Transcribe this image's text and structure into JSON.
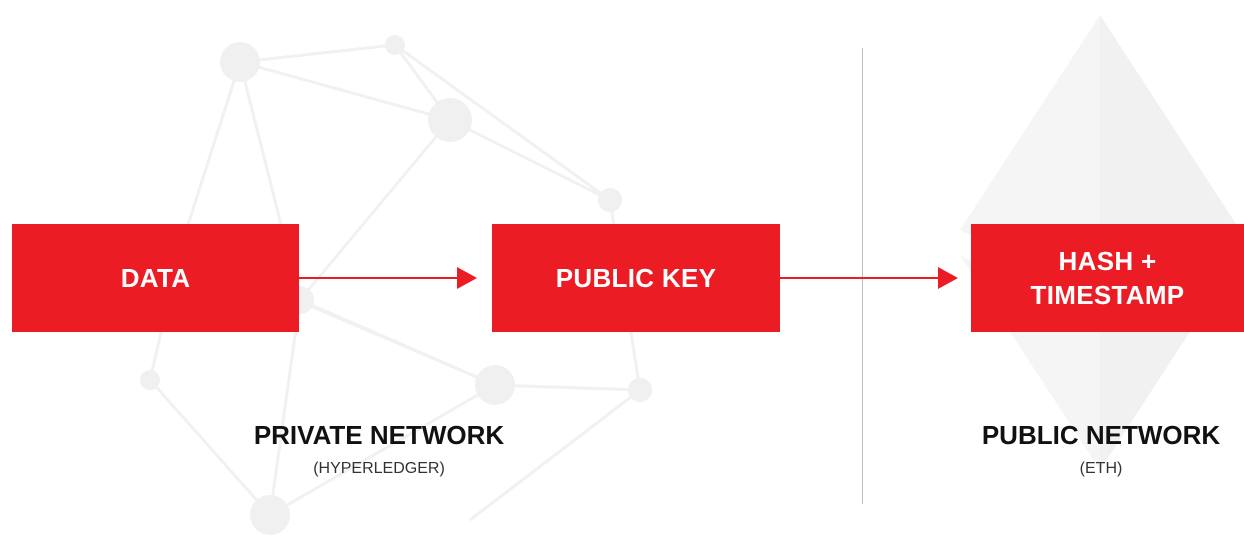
{
  "boxes": {
    "data": "DATA",
    "public_key": "PUBLIC KEY",
    "hash_line1": "HASH +",
    "hash_line2": "TIMESTAMP"
  },
  "networks": {
    "private_title": "PRIVATE NETWORK",
    "private_sub": "(HYPERLEDGER)",
    "public_title": "PUBLIC NETWORK",
    "public_sub": "(ETH)"
  },
  "colors": {
    "accent": "#ec1c24",
    "divider": "#bdbdbd",
    "watermark": "#f3f3f3"
  },
  "watermarks": [
    "hyperledger-logo",
    "ethereum-logo"
  ]
}
